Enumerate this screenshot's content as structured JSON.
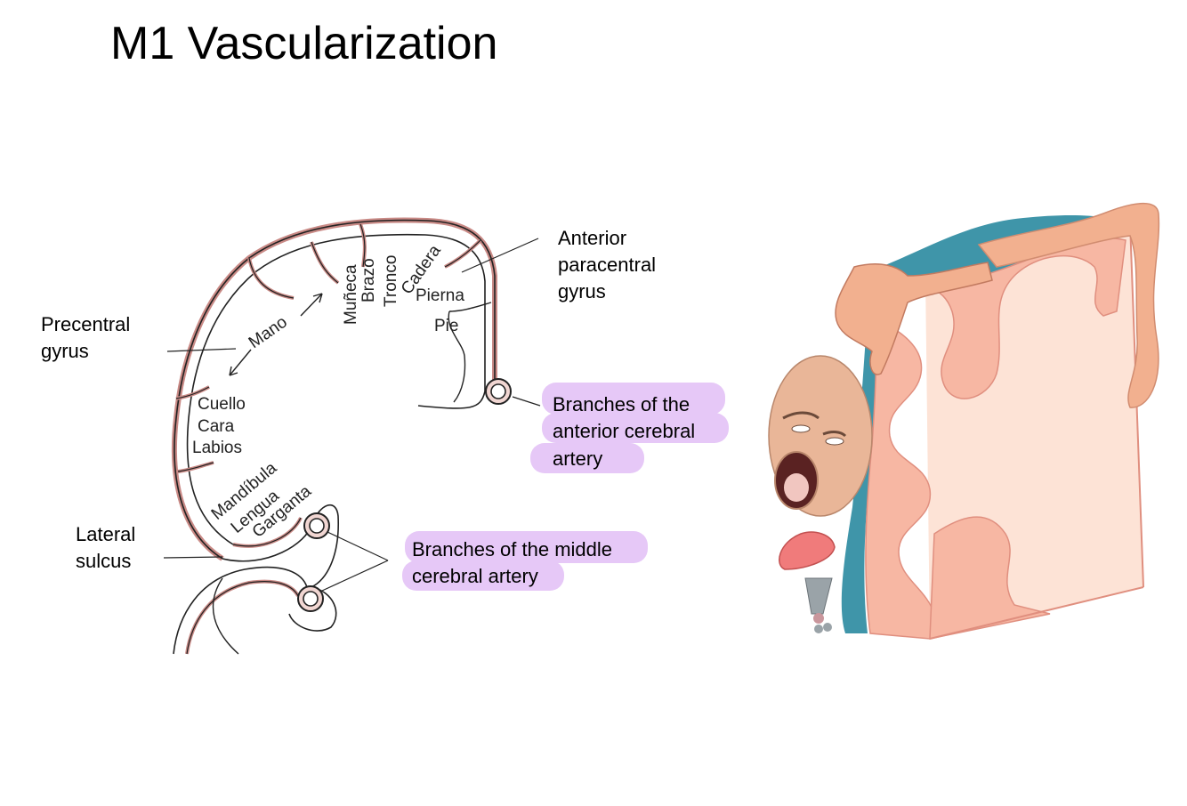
{
  "slide": {
    "title": "M1 Vascularization"
  },
  "labels": {
    "anterior_paracentral": [
      "Anterior",
      "paracentral",
      "gyrus"
    ],
    "precentral": [
      "Precentral",
      "gyrus"
    ],
    "lateral_sulcus": [
      "Lateral",
      "sulcus"
    ],
    "aca_branches": [
      "Branches of the",
      "anterior cerebral",
      "artery"
    ],
    "mca_branches": [
      "Branches of the middle",
      "cerebral artery"
    ]
  },
  "homunculus_regions": {
    "mano": "Mano",
    "muneca": "Muñeca",
    "brazo": "Brazo",
    "tronco": "Tronco",
    "cadera": "Cadera",
    "pierna": "Pierna",
    "pie": "Pie",
    "cuello": "Cuello",
    "cara": "Cara",
    "labios": "Labios",
    "mandibula": "Mandíbula",
    "lengua": "Lengua",
    "garganta": "Garganta"
  },
  "colors": {
    "highlight": "#e6c8f7",
    "vessel": "#c98a86",
    "cortex_pink": "#f7b7a3",
    "white_matter": "#fde3d6",
    "meninges_blue": "#3f95a9"
  }
}
